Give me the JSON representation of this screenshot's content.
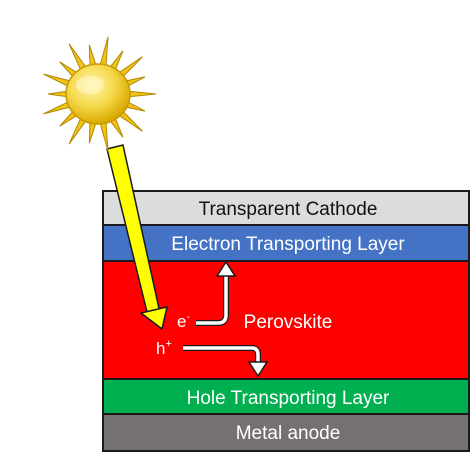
{
  "layers": {
    "cathode": {
      "label": "Transparent Cathode",
      "color": "#dcdcdc",
      "text_color": "#111111"
    },
    "etl": {
      "label": "Electron Transporting Layer",
      "color": "#4472c4",
      "text_color": "#ffffff"
    },
    "perovskite": {
      "label": "Perovskite",
      "color": "#ff0000",
      "text_color": "#ffffff"
    },
    "htl": {
      "label": "Hole Transporting Layer",
      "color": "#00b050",
      "text_color": "#ffffff"
    },
    "anode": {
      "label": "Metal anode",
      "color": "#767171",
      "text_color": "#ffffff"
    }
  },
  "carriers": {
    "electron": {
      "symbol": "e",
      "charge": "-"
    },
    "hole": {
      "symbol": "h",
      "charge": "+"
    }
  },
  "colors": {
    "sun_body": "#f5d94a",
    "sun_rays": "#f2c21b",
    "light_ray": "#ffff00",
    "outline": "#1a1a1a"
  },
  "icons": {
    "sun": "sun-icon",
    "light_ray": "light-ray-arrow"
  }
}
